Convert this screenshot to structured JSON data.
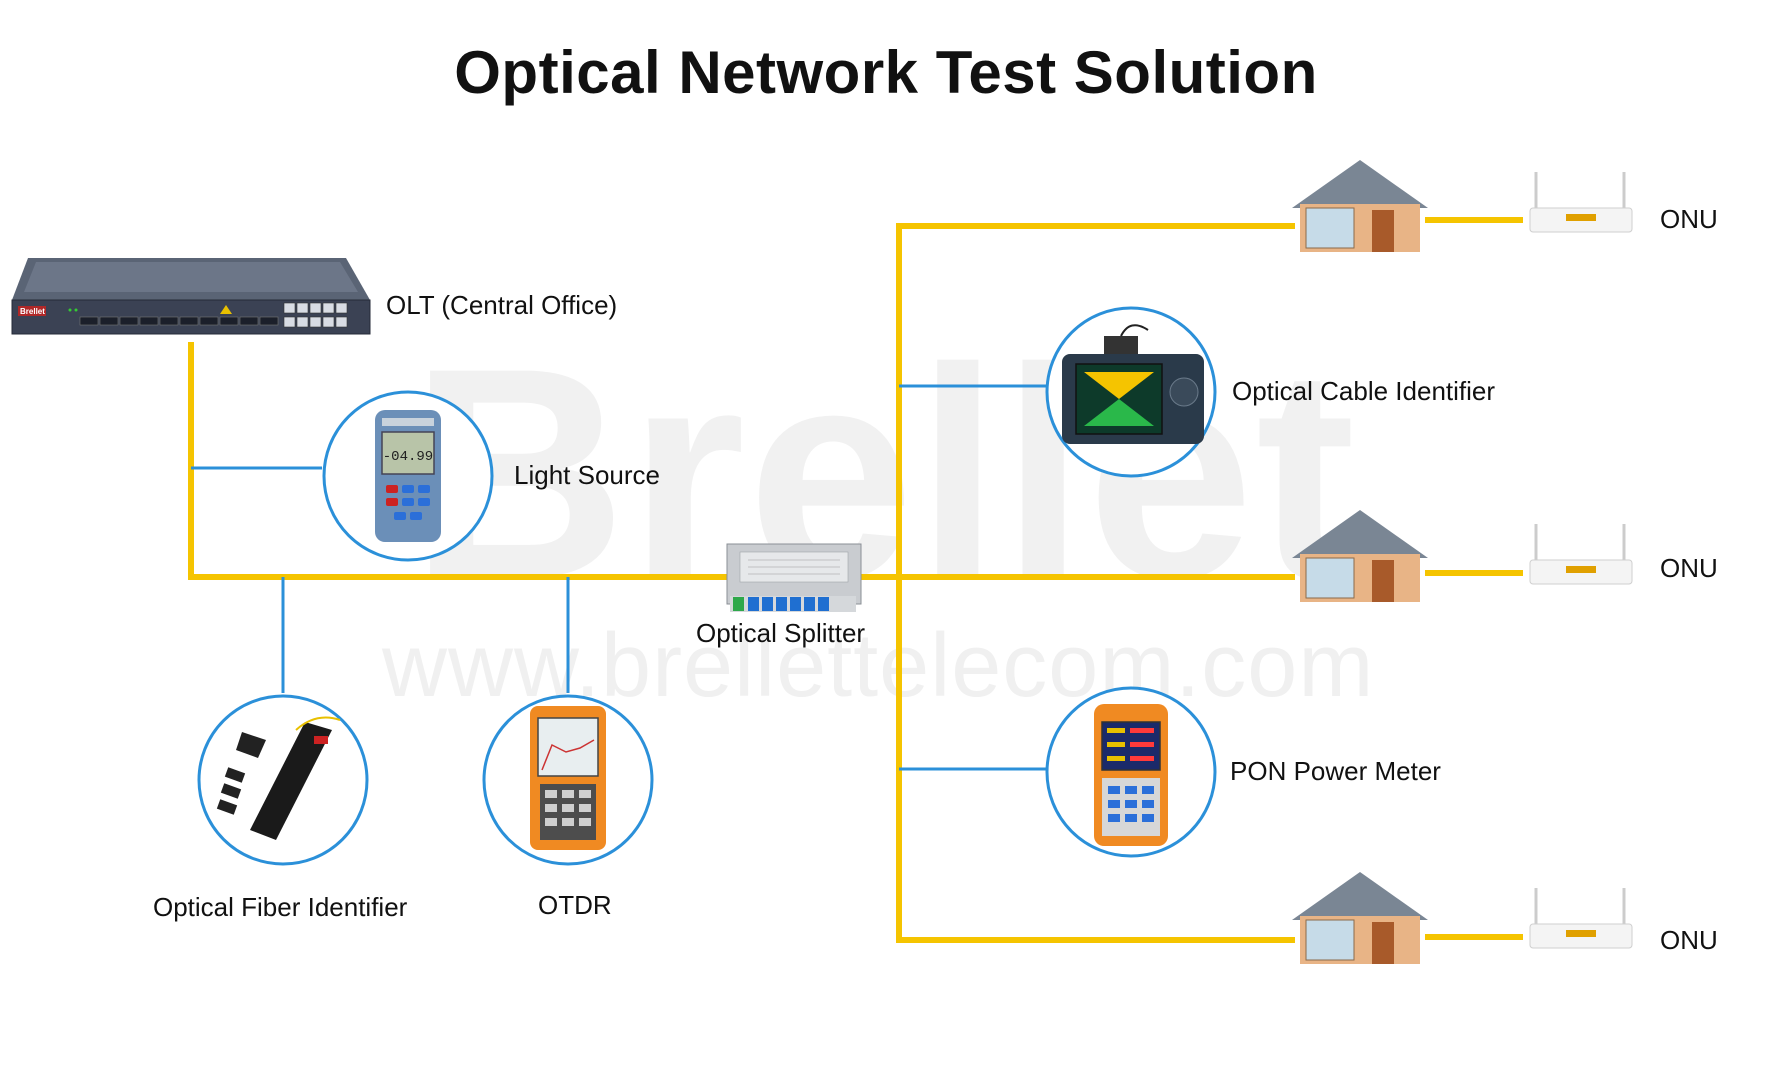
{
  "title": "Optical Network Test Solution",
  "watermark": {
    "logo_text": "Brellet",
    "url_text": "www.brellettelecom.com"
  },
  "olt": {
    "label": "OLT (Central Office)",
    "brand_text": "Brellet"
  },
  "splitter": {
    "label": "Optical Splitter"
  },
  "tools": {
    "light_source": {
      "label": "Light Source",
      "display_text": "-04.99"
    },
    "fiber_identifier": {
      "label": "Optical Fiber Identifier"
    },
    "otdr": {
      "label": "OTDR"
    },
    "cable_identifier": {
      "label": "Optical Cable Identifier"
    },
    "pon_power_meter": {
      "label": "PON Power Meter"
    }
  },
  "onus": [
    {
      "label": "ONU"
    },
    {
      "label": "ONU"
    },
    {
      "label": "ONU"
    }
  ],
  "colors": {
    "fiber_line": "#f5c400",
    "test_line": "#2b90d9",
    "circle": "#2b90d9",
    "house_wall": "#e8b486",
    "house_roof": "#7a8694",
    "device_orange": "#f08a22"
  }
}
